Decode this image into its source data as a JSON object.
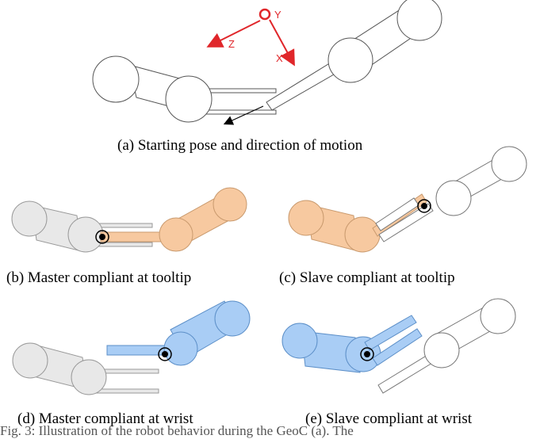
{
  "axes": {
    "y": "Y",
    "z": "Z",
    "x": "X"
  },
  "captions": {
    "a": "(a) Starting pose and direction of motion",
    "b": "(b) Master compliant at tooltip",
    "c": "(c) Slave compliant at tooltip",
    "d": "(d) Master compliant at wrist",
    "e": "(e) Slave compliant at wrist"
  },
  "figure_line": "Fig. 3: Illustration of the robot behavior during the GeoC (a). The",
  "colors": {
    "axis_red": "#e0262a",
    "orange_fill": "#f7c9a0",
    "blue_fill": "#a9cdf5",
    "gray_fill": "#e8e8e8"
  }
}
